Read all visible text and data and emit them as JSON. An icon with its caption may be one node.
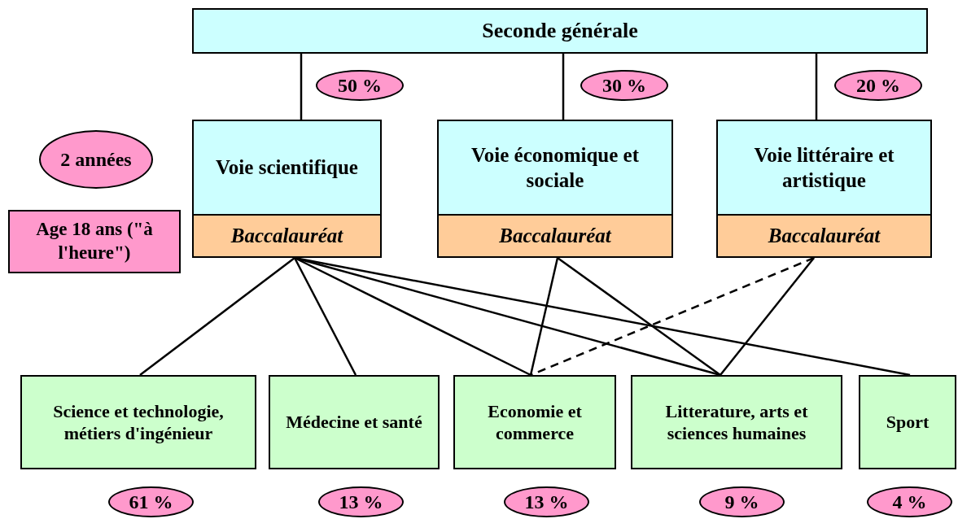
{
  "diagram": {
    "nodes": [
      {
        "text": [
          "Seconde générale"
        ]
      },
      {
        "text": [
          "50 %"
        ]
      },
      {
        "text": [
          "30 %"
        ]
      },
      {
        "text": [
          "20 %"
        ]
      },
      {
        "text": [
          "2 années"
        ]
      },
      {
        "text": [
          "Voie scientifique",
          "Baccalauréat"
        ]
      },
      {
        "text": [
          "Voie économique et sociale",
          "Baccalauréat"
        ]
      },
      {
        "text": [
          "Voie littéraire et artistique",
          "Baccalauréat"
        ]
      },
      {
        "text": [
          "Age 18 ans (\"à l'heure\")"
        ]
      },
      {
        "text": [
          "Science et technologie, métiers d'ingénieur"
        ]
      },
      {
        "text": [
          "Médecine et santé"
        ]
      },
      {
        "text": [
          "Economie et commerce"
        ]
      },
      {
        "text": [
          "Litterature, arts et sciences humaines"
        ]
      },
      {
        "text": [
          "Sport"
        ]
      },
      {
        "text": [
          "61 %"
        ]
      },
      {
        "text": [
          "13 %"
        ]
      },
      {
        "text": [
          "13 %"
        ]
      },
      {
        "text": [
          "9 %"
        ]
      },
      {
        "text": [
          "4 %"
        ]
      }
    ],
    "edges": [
      {
        "from": 0,
        "to": 5,
        "arrow": "none"
      },
      {
        "from": 0,
        "to": 6,
        "arrow": "none"
      },
      {
        "from": 0,
        "to": 7,
        "arrow": "none"
      },
      {
        "from": 5,
        "to": 9,
        "arrow": "none"
      },
      {
        "from": 5,
        "to": 10,
        "arrow": "none"
      },
      {
        "from": 5,
        "to": 11,
        "arrow": "none"
      },
      {
        "from": 5,
        "to": 12,
        "arrow": "none"
      },
      {
        "from": 5,
        "to": 13,
        "arrow": "none"
      },
      {
        "from": 6,
        "to": 11,
        "arrow": "none"
      },
      {
        "from": 6,
        "to": 12,
        "arrow": "none"
      },
      {
        "from": 7,
        "to": 11,
        "arrow": "none",
        "style": "dashed"
      },
      {
        "from": 7,
        "to": 12,
        "arrow": "none"
      }
    ]
  }
}
